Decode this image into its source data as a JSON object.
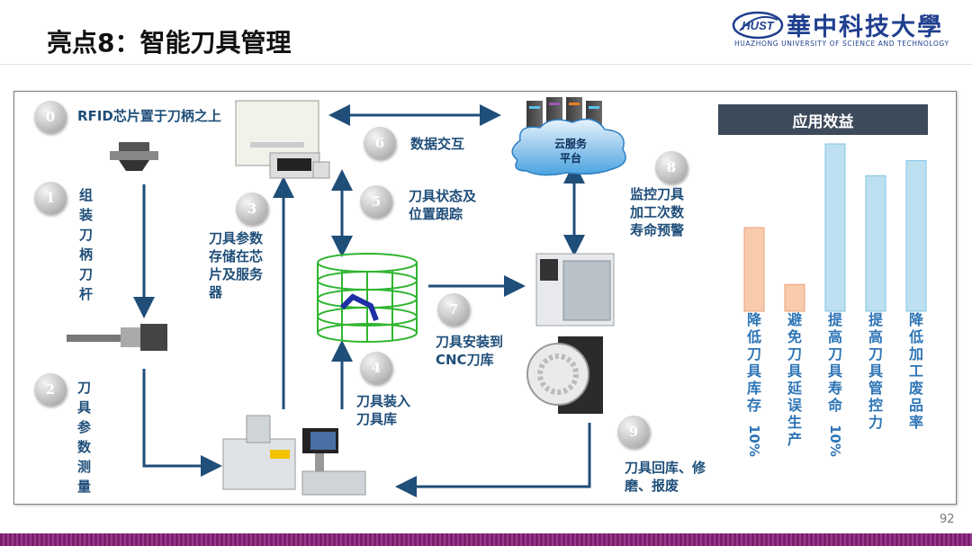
{
  "header": {
    "title": "亮点8：智能刀具管理",
    "logo_cn": "華中科技大學",
    "logo_en": "HUAZHONG UNIVERSITY OF SCIENCE AND TECHNOLOGY",
    "logo_mark": "HUST"
  },
  "diagram": {
    "steps": [
      {
        "n": "0",
        "label": "RFID芯片置于刀柄之上"
      },
      {
        "n": "1",
        "label": "组装刀柄刀杆"
      },
      {
        "n": "2",
        "label": "刀具参数测量"
      },
      {
        "n": "3",
        "label": "刀具参数存储在芯片及服务器"
      },
      {
        "n": "4",
        "label": "刀具装入刀具库"
      },
      {
        "n": "5",
        "label": "刀具状态及位置跟踪"
      },
      {
        "n": "6",
        "label": "数据交互"
      },
      {
        "n": "7",
        "label": "刀具安装到CNC刀库"
      },
      {
        "n": "8",
        "label": "监控刀具加工次数寿命预警"
      },
      {
        "n": "9",
        "label": "刀具回库、修磨、报废"
      }
    ],
    "step3_lines": [
      "刀具参数",
      "存储在芯",
      "片及服务",
      "器"
    ],
    "step5_lines": [
      "刀具状态及",
      "位置跟踪"
    ],
    "step7_lines": [
      "刀具安装到",
      "CNC刀库"
    ],
    "step8_lines": [
      "监控刀具",
      "加工次数",
      "寿命预警"
    ],
    "step9_lines": [
      "刀具回库、修",
      "磨、报废"
    ],
    "step4_lines": [
      "刀具装入",
      "刀具库"
    ],
    "cloud_lines": [
      "云服务",
      "平台"
    ]
  },
  "chart_data": {
    "type": "bar",
    "title": "应用效益",
    "categories": [
      "降低刀具库存",
      "避免刀具延误生产",
      "提高刀具寿命",
      "提高刀具管控力",
      "降低加工废品率"
    ],
    "percent_labels": [
      "10%",
      "",
      "10%",
      "",
      ""
    ],
    "values": [
      0.5,
      0.16,
      1.0,
      0.81,
      0.9
    ],
    "colors": [
      "#f8cbad",
      "#f8cbad",
      "#bde0f0",
      "#bde0f0",
      "#bde0f0"
    ],
    "ylim": [
      0,
      1
    ]
  },
  "footer": {
    "page": "92"
  },
  "colors": {
    "arrow": "#1f4e79",
    "text": "#1f4e79",
    "accent": "#7a1f6e"
  }
}
